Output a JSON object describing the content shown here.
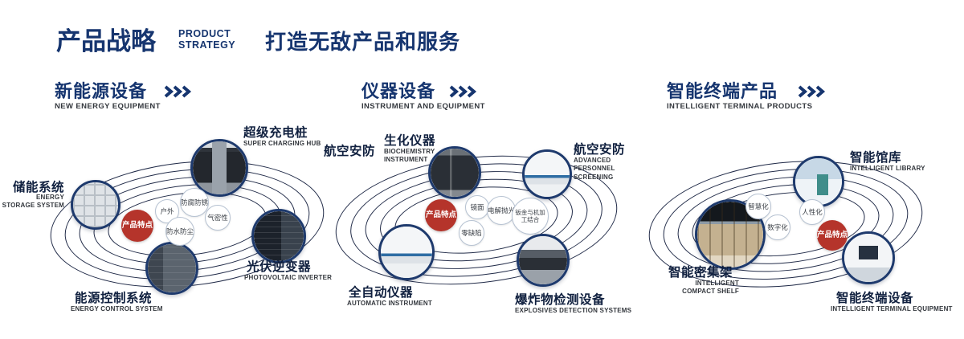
{
  "header": {
    "title": "产品战略",
    "subtitle_line1": "PRODUCT",
    "subtitle_line2": "STRATEGY",
    "tagline": "打造无敌产品和服务"
  },
  "colors": {
    "primary_blue": "#16356f",
    "badge_red": "#b5342b",
    "orbit_line": "#222c49"
  },
  "sections": [
    {
      "title": "新能源设备",
      "subtitle": "NEW ENERGY EQUIPMENT",
      "badge": "产品特点",
      "features": [
        {
          "text": "户外"
        },
        {
          "text": "防腐防锈"
        },
        {
          "text": "气密性"
        },
        {
          "text": "防水防尘"
        }
      ],
      "nodes": [
        {
          "label": "超级充电桩",
          "sublabel": "SUPER CHARGING HUB"
        },
        {
          "label": "储能系统",
          "sublabel": "ENERGY STORAGE SYSTEM"
        },
        {
          "label": "光伏逆变器",
          "sublabel": "PHOTOVOLTAIC INVERTER"
        },
        {
          "label": "能源控制系统",
          "sublabel": "ENERGY CONTROL SYSTEM"
        }
      ]
    },
    {
      "title": "仪器设备",
      "subtitle": "INSTRUMENT AND EQUIPMENT",
      "badge": "产品特点",
      "extra_label": "航空安防",
      "features": [
        {
          "text": "镜面"
        },
        {
          "text": "电解抛光"
        },
        {
          "text": "钣金与机加工结合"
        },
        {
          "text": "零缺陷"
        }
      ],
      "nodes": [
        {
          "label": "生化仪器",
          "sublabel": "BIOCHEMISTRY INSTRUMENT"
        },
        {
          "label": "航空安防",
          "sublabel": "ADVANCED PERSONNEL SCREENING"
        },
        {
          "label": "全自动仪器",
          "sublabel": "AUTOMATIC INSTRUMENT"
        },
        {
          "label": "爆炸物检测设备",
          "sublabel": "EXPLOSIVES DETECTION SYSTEMS"
        }
      ]
    },
    {
      "title": "智能终端产品",
      "subtitle": "INTELLIGENT TERMINAL PRODUCTS",
      "badge": "产品特点",
      "features": [
        {
          "text": "智慧化"
        },
        {
          "text": "人性化"
        },
        {
          "text": "数字化"
        }
      ],
      "nodes": [
        {
          "label": "智能馆库",
          "sublabel": "INTELLIGENT LIBRARY"
        },
        {
          "label": "智能密集架",
          "sublabel": "INTELLIGENT COMPACT SHELF"
        },
        {
          "label": "智能终端设备",
          "sublabel": "INTELLIGENT TERMINAL EQUIPMENT"
        }
      ]
    }
  ]
}
